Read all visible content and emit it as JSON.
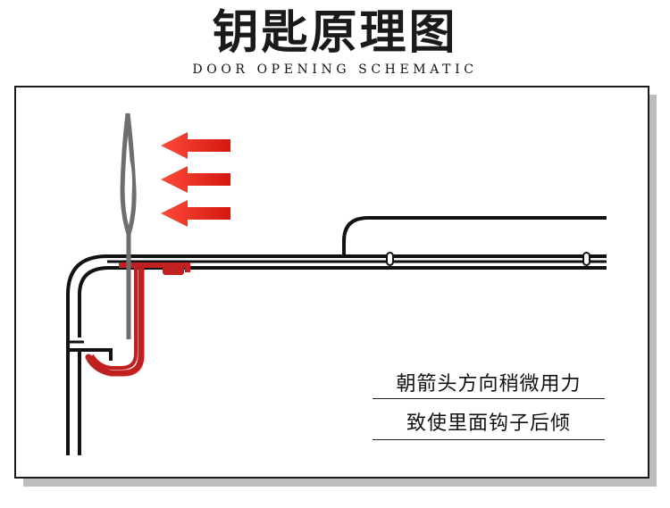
{
  "header": {
    "title": "钥匙原理图",
    "subtitle": "DOOR OPENING SCHEMATIC"
  },
  "caption": {
    "line1": "朝箭头方向稍微用力",
    "line2": "致使里面钩子后倾"
  },
  "colors": {
    "frame": "#111111",
    "key": "#6e6e6e",
    "hook": "#c0201f",
    "arrow": "#e0241c",
    "shadow": "#bdbdbd"
  }
}
